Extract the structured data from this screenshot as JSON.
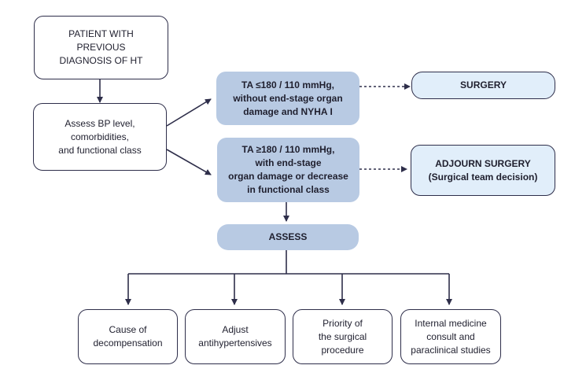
{
  "nodes": {
    "patient": "PATIENT WITH\nPREVIOUS\nDIAGNOSIS OF HT",
    "assess_bp": "Assess BP level,\ncomorbidities,\nand functional class",
    "ta_low": "TA ≤180 / 110 mmHg,\nwithout end-stage organ\ndamage and NYHA I",
    "ta_high": "TA ≥180 / 110 mmHg,\nwith end-stage\norgan damage or decrease\nin functional class",
    "surgery": "SURGERY",
    "adjourn": "ADJOURN SURGERY\n(Surgical team decision)",
    "assess": "ASSESS",
    "cause": "Cause of\ndecompensation",
    "adjust": "Adjust\nantihypertensives",
    "priority": "Priority of\nthe surgical\nprocedure",
    "internal": "Internal medicine\nconsult and\nparaclinical studies"
  },
  "colors": {
    "line": "#2e2e4a",
    "blue_fill": "#b8cae3",
    "pale_fill": "#e1eefa"
  }
}
